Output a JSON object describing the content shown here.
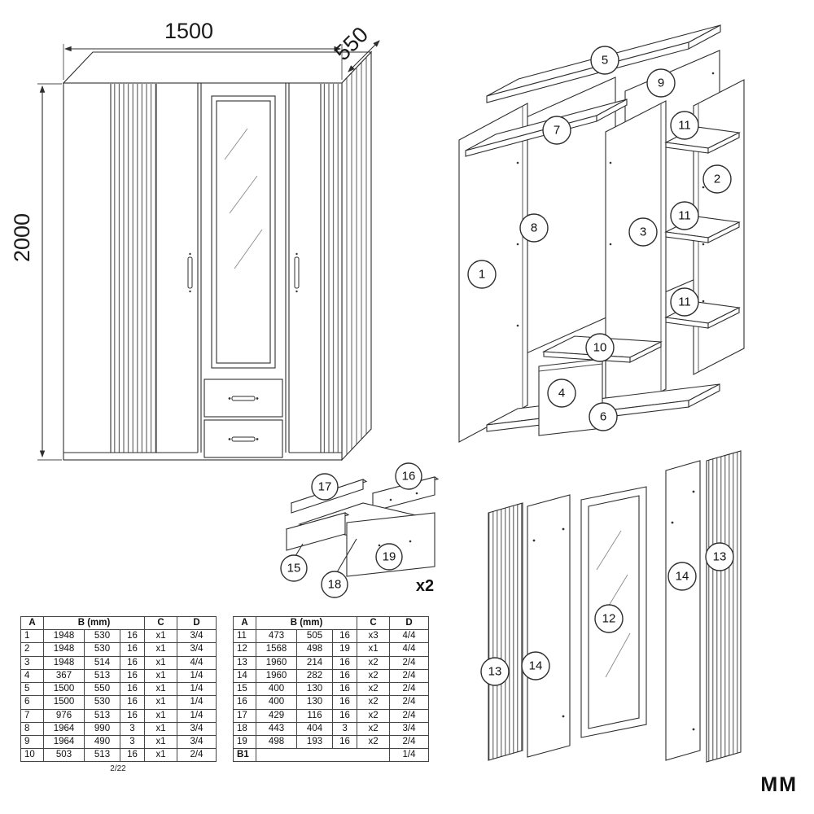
{
  "front_view": {
    "width_label": "1500",
    "depth_label": "550",
    "height_label": "2000"
  },
  "exploded_view": {
    "callouts": [
      {
        "label": "5"
      },
      {
        "label": "9"
      },
      {
        "label": "7"
      },
      {
        "label": "11"
      },
      {
        "label": "2"
      },
      {
        "label": "8"
      },
      {
        "label": "11"
      },
      {
        "label": "3"
      },
      {
        "label": "1"
      },
      {
        "label": "11"
      },
      {
        "label": "10"
      },
      {
        "label": "4"
      },
      {
        "label": "6"
      }
    ]
  },
  "drawer_assembly": {
    "callouts": [
      {
        "label": "17"
      },
      {
        "label": "16"
      },
      {
        "label": "15"
      },
      {
        "label": "19"
      },
      {
        "label": "18"
      }
    ],
    "quantity_label": "x2"
  },
  "panels_view": {
    "callouts": [
      {
        "label": "13"
      },
      {
        "label": "14"
      },
      {
        "label": "12"
      },
      {
        "label": "14"
      },
      {
        "label": "13"
      }
    ]
  },
  "parts_tables": [
    {
      "headers": [
        "A",
        "B (mm)",
        "C",
        "D"
      ],
      "rows": [
        [
          "1",
          "1948",
          "530",
          "16",
          "x1",
          "3/4"
        ],
        [
          "2",
          "1948",
          "530",
          "16",
          "x1",
          "3/4"
        ],
        [
          "3",
          "1948",
          "514",
          "16",
          "x1",
          "4/4"
        ],
        [
          "4",
          "367",
          "513",
          "16",
          "x1",
          "1/4"
        ],
        [
          "5",
          "1500",
          "550",
          "16",
          "x1",
          "1/4"
        ],
        [
          "6",
          "1500",
          "530",
          "16",
          "x1",
          "1/4"
        ],
        [
          "7",
          "976",
          "513",
          "16",
          "x1",
          "1/4"
        ],
        [
          "8",
          "1964",
          "990",
          "3",
          "x1",
          "3/4"
        ],
        [
          "9",
          "1964",
          "490",
          "3",
          "x1",
          "3/4"
        ],
        [
          "10",
          "503",
          "513",
          "16",
          "x1",
          "2/4"
        ]
      ]
    },
    {
      "headers": [
        "A",
        "B (mm)",
        "C",
        "D"
      ],
      "rows": [
        [
          "11",
          "473",
          "505",
          "16",
          "x3",
          "4/4"
        ],
        [
          "12",
          "1568",
          "498",
          "19",
          "x1",
          "4/4"
        ],
        [
          "13",
          "1960",
          "214",
          "16",
          "x2",
          "2/4"
        ],
        [
          "14",
          "1960",
          "282",
          "16",
          "x2",
          "2/4"
        ],
        [
          "15",
          "400",
          "130",
          "16",
          "x2",
          "2/4"
        ],
        [
          "16",
          "400",
          "130",
          "16",
          "x2",
          "2/4"
        ],
        [
          "17",
          "429",
          "116",
          "16",
          "x2",
          "2/4"
        ],
        [
          "18",
          "443",
          "404",
          "3",
          "x2",
          "3/4"
        ],
        [
          "19",
          "498",
          "193",
          "16",
          "x2",
          "2/4"
        ],
        [
          "B1",
          null,
          null,
          null,
          null,
          "1/4"
        ]
      ]
    }
  ],
  "page_number": "2/22",
  "brand_label": "MM"
}
